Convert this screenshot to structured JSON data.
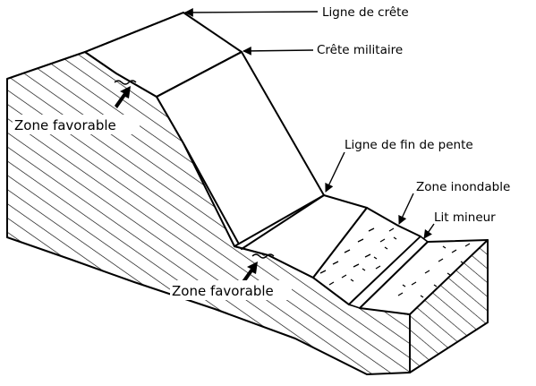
{
  "labels": {
    "ligne_de_crete": "Ligne de crête",
    "crete_militaire": "Crête militaire",
    "ligne_fin_de_pente": "Ligne de fin de pente",
    "zone_inondable": "Zone inondable",
    "lit_mineur": "Lit mineur",
    "zone_favorable_haut": "Zone favorable",
    "zone_favorable_bas": "Zone favorable"
  },
  "colors": {
    "ink": "#000000",
    "paper": "#ffffff"
  }
}
